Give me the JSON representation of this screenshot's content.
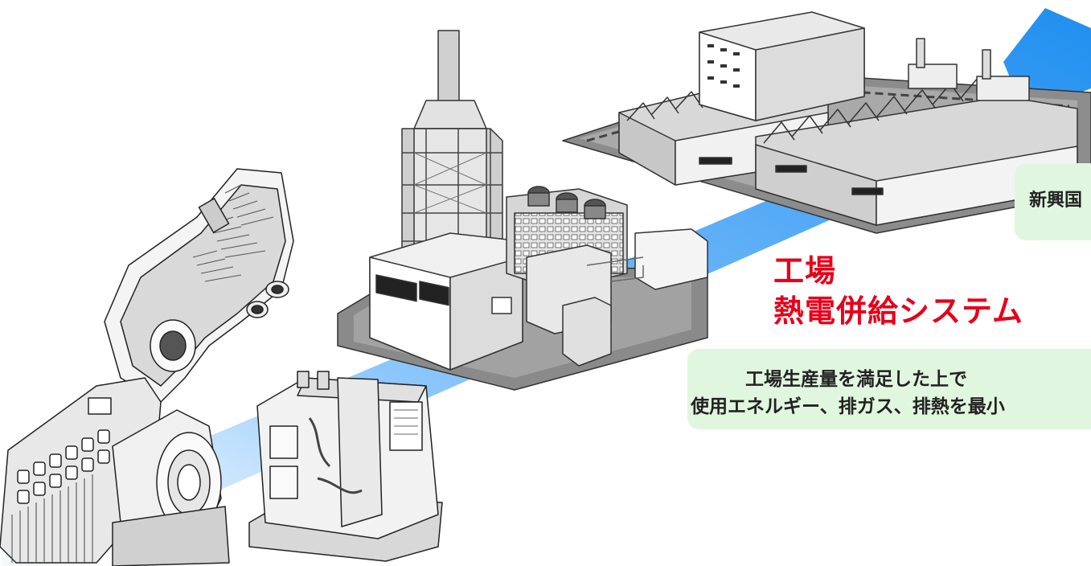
{
  "title": {
    "line1": "工場",
    "line2": "熱電併給システム",
    "color": "#e6001a"
  },
  "callouts": {
    "top": "新興国",
    "bottom_line1": "工場生産量を満足した上で",
    "bottom_line2": "使用エネルギー、排ガス、排熱を最小"
  },
  "colors": {
    "arrow": "#3aa0f5",
    "callout_bg": "#e1f6df"
  },
  "illustrations": [
    "diesel-engine-generator",
    "gas-turbine-cutaway",
    "absorption-chiller",
    "cogeneration-power-plant",
    "factory-buildings"
  ]
}
